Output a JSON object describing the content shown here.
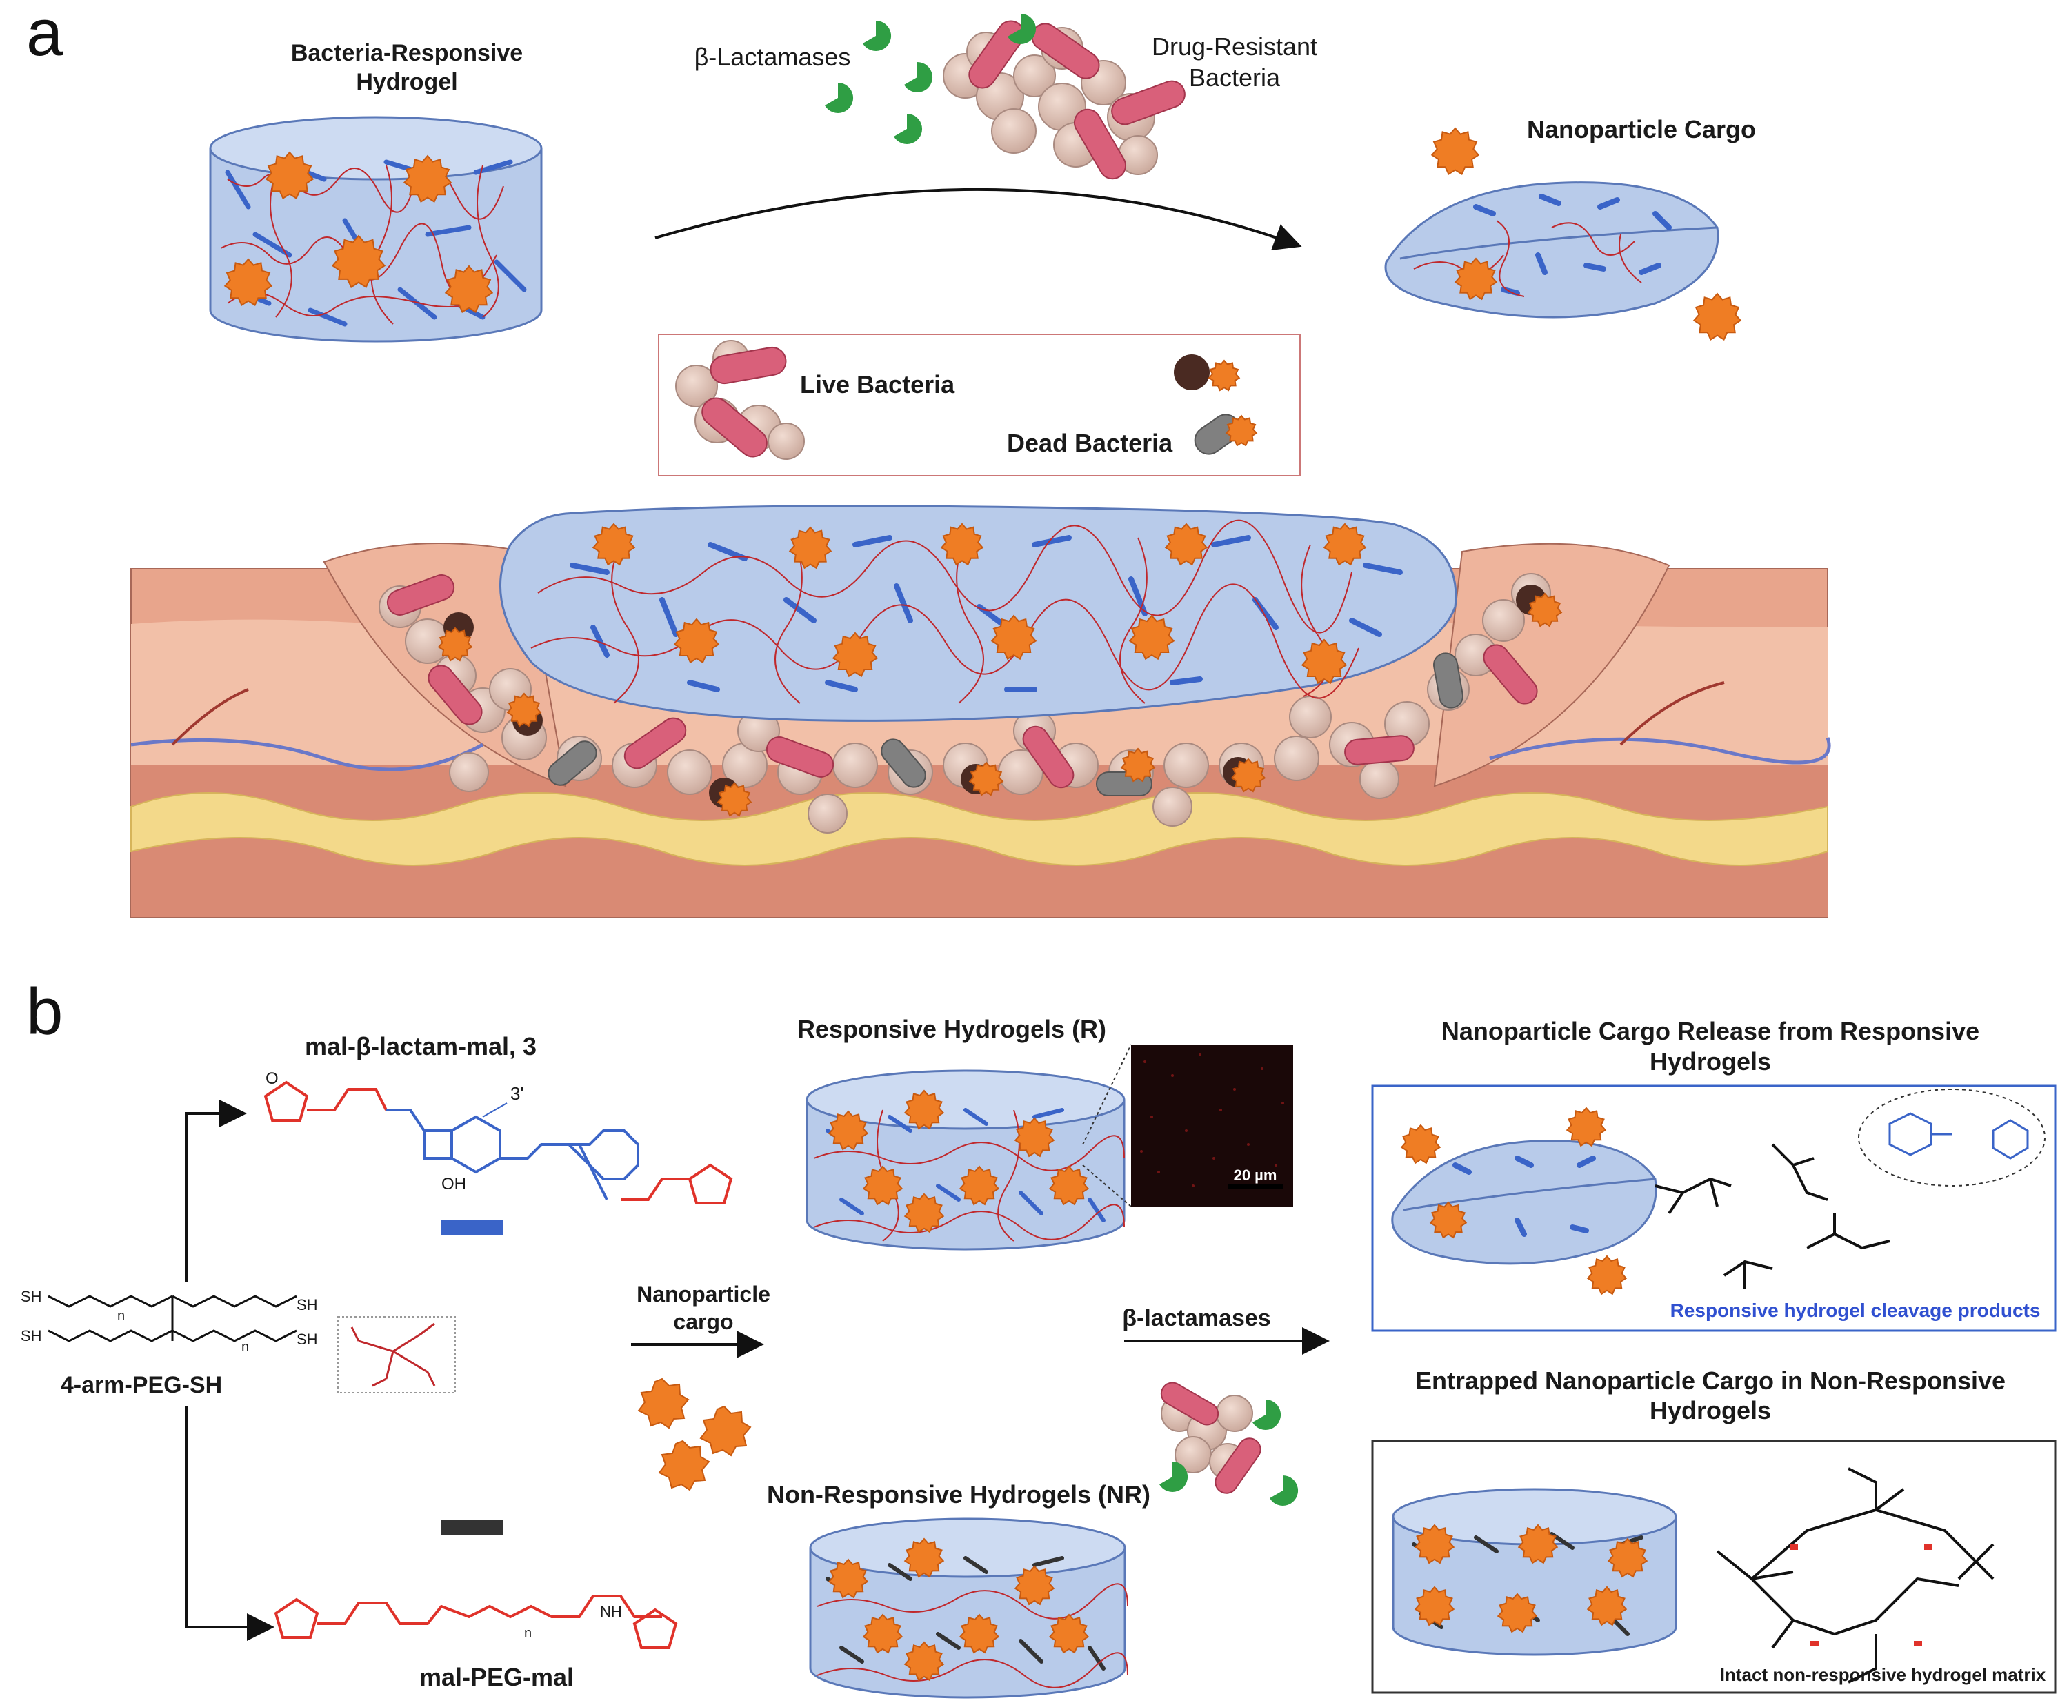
{
  "panel_a": {
    "letter": "a",
    "hydrogel_title_line1": "Bacteria-Responsive",
    "hydrogel_title_line2": "Hydrogel",
    "enzyme_label": "β-Lactamases",
    "bacteria_label_line1": "Drug-Resistant",
    "bacteria_label_line2": "Bacteria",
    "cargo_label": "Nanoparticle Cargo",
    "legend": {
      "live": "Live Bacteria",
      "dead": "Dead Bacteria"
    }
  },
  "panel_b": {
    "letter": "b",
    "crosslinker_r": "mal-β-lactam-mal, 3",
    "position_label": "3'",
    "crosslinker_nr": "mal-PEG-mal",
    "peg": "4-arm-PEG-SH",
    "sh_label": "SH",
    "oh_label": "OH",
    "nh_label": "NH",
    "n_label": "n",
    "o_label": "O",
    "cargo_arrow_line1": "Nanoparticle",
    "cargo_arrow_line2": "cargo",
    "responsive_label": "Responsive Hydrogels (R)",
    "scale_bar": "20 µm",
    "nonresponsive_label": "Non-Responsive Hydrogels (NR)",
    "enzyme_arrow": "β-lactamases",
    "release_title_line1": "Nanoparticle Cargo Release from Responsive",
    "release_title_line2": "Hydrogels",
    "cleavage_label": "Responsive hydrogel cleavage products",
    "entrapped_title_line1": "Entrapped Nanoparticle Cargo in Non-Responsive",
    "entrapped_title_line2": "Hydrogels",
    "intact_label": "Intact non-responsive hydrogel matrix"
  },
  "colors": {
    "gel_fill": "#b8cbea",
    "gel_stroke": "#5a78b8",
    "crosslinker_blue": "#3a64c8",
    "polymer_red": "#c0282c",
    "nanoparticle": "#ef7d24",
    "nanoparticle_edge": "#c85a10",
    "enzyme_green": "#2f9e44",
    "bacteria_pink": "#d9607a",
    "skin_top": "#e8a58c",
    "fat_yellow": "#f3d98a",
    "accent_blue_text": "#3050d0"
  },
  "icons": [
    "nanoparticle-icon",
    "beta-lactamase-icon",
    "rod-bacterium-icon",
    "dead-bacterium-icon",
    "arrow-icon"
  ]
}
